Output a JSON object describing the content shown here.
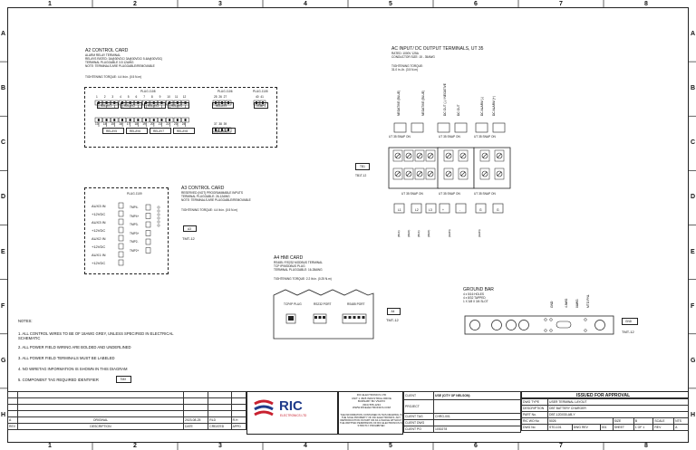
{
  "zones": {
    "cols": [
      "1",
      "2",
      "3",
      "4",
      "5",
      "6",
      "7",
      "8"
    ],
    "rows": [
      "A",
      "B",
      "C",
      "D",
      "E",
      "F",
      "G",
      "H"
    ]
  },
  "a2_card": {
    "title": "A2 CONTROL CARD",
    "line1": "ALARM RELAY TERMINAL",
    "line2": "RELAYS RATED: 3A@30VDC/ 3A@30VDC/ 5-6A@30VDC)",
    "line3": "TERMINAL PLUGGABLE 3.5 12AWG",
    "line4": "NOTE: TERMINALS ARE PLUGGABLE/REMOVABLE",
    "torque": "TIGHTENING TORQUE: 4.4 lb.in. (0.5 N.m)",
    "plug_j108": "PLUG J108",
    "plug_j106": "PLUG J106",
    "plug_j105": "PLUG J105",
    "top_numbers": [
      "1",
      "2",
      "3",
      "4",
      "5",
      "6",
      "7",
      "8",
      "9",
      "10",
      "11",
      "12"
    ],
    "mid_numbers": [
      "13",
      "14",
      "15",
      "16",
      "17",
      "18",
      "19",
      "20",
      "21",
      "22",
      "23",
      "24"
    ],
    "j106_top": [
      "25",
      "26",
      "27"
    ],
    "j106_bottom": [
      "37",
      "38",
      "39"
    ],
    "j105_top": [
      "40",
      "41"
    ],
    "relays_top": [
      "RELAY1",
      "RELAY2",
      "RELAY3",
      "RELAY4"
    ],
    "relays_bottom": [
      "RELAY5",
      "RELAY6",
      "RELAY7",
      "RELAY8"
    ],
    "relay9": "RELAY9",
    "relay10": "RELAY10",
    "temp1": "TEMP1"
  },
  "a3_card": {
    "title": "A3 CONTROL CARD",
    "line1": "RESERVED (NOT) PROGRAMMABLE INPUTS",
    "line2": "TERMINAL PLUGGABLE: 26-12AWG",
    "line3": "NOTE: TERMINALS ARE PLUGGABLE/REMOVABLE",
    "torque": "TIGHTENING TORQUE: 4.4 lb.in. (0.5 N.m)",
    "tag": "A3",
    "tag_label": "TMT-12",
    "plug": "PLUG J109",
    "left_labels": [
      "AUX3 IN",
      "+12VDC",
      "AUX3 IN",
      "+12VDC",
      "AUX2 IN",
      "+12VDC",
      "AUX1 IN",
      "+12VDC"
    ],
    "right_labels": [
      "TMP4-",
      "TMP4+",
      "TMP3-",
      "TMP3+",
      "TMP2-",
      "TMP2+"
    ]
  },
  "ac_terminals": {
    "title": "AC INPUT/ DC OUTPUT TERMINALS, UT 35",
    "line1": "RATED: 1000V 125A",
    "line2": "CONDUCTOR SIZE: 15 - 35AWG",
    "torque_label": "TIGHTENING TORQUE:",
    "torque_value": "31.0 in.-lb. (3.5 N.m)",
    "top_labels": [
      "NEGATIVE (BLUE)",
      "NEGATIVE (BLUE)",
      "DC OUT (-) / NEGATIVE",
      "DC OUT",
      "DC ALARM (-)",
      "DC ALARM (+)"
    ],
    "snap_labels": [
      "UT 35 SNAP ON",
      "UT 35 SNAP ON",
      "UT 35 SNAP ON"
    ],
    "snap_labels_bottom": [
      "UT 35 SNAP ON",
      "UT 35 SNAP ON",
      "UT 35 SNAP ON"
    ],
    "tb_tag": "TB1",
    "tb_tag_label": "TB1T-12",
    "bottom_labels": [
      "L1",
      "L2",
      "L3",
      "+",
      "-",
      "G",
      "G"
    ],
    "bottom_desc": [
      "(BLK)",
      "(RED)",
      "(BLK)",
      "(RED)",
      "(GRN)",
      "(GRN)"
    ]
  },
  "a4_hmi": {
    "title": "A4 HMI CARD",
    "line1": "RS485 / RS232 MODBUS TERMINAL",
    "line2": "TCP IP/MODBUS PLUG",
    "line3": "TERMINAL PLUGGABLE: 16-28AWG",
    "torque": "TIGHTENING TORQUE: 2.2 lb.in. (0.25 N.m)",
    "tag": "A4",
    "tag_label": "TMT-12",
    "port1": "TCP/IP PLUG",
    "port2": "RS232 PORT",
    "port3": "RS485 PORT"
  },
  "ground_bar": {
    "title": "GROUND BAR",
    "line1": "4 x 5/16 HOLES",
    "line2": "4 x 8/32 TAPPED",
    "line3": "1 X 3/8 X 3/4 SLOT",
    "labels": [
      "GND",
      "4 AWG",
      "8AWG",
      "MTG PNL"
    ],
    "tag": "GND",
    "tag_label": "TMT-12"
  },
  "notes": {
    "heading": "NOTES:",
    "items": [
      "1. ALL CONTROL WIRES TO BE OF 18AWG GREY, UNLESS SPECIFIED IN ELECTRICAL SCHEMATIC",
      "2. ALL POWER FIELD WIRING ARE BOLDED AND UNDERLINED",
      "3. ALL POWER FIELD TERMINALS MUST BE LABELED",
      "4. NO WIRETAG INFORMATION IS SHOWN IN THIS DIAGRAM",
      "5. COMPONENT TAG REQUIRED IDENTIFIER"
    ],
    "tag_example": "TMX"
  },
  "title_block": {
    "rev_row": {
      "rev": "A",
      "desc": "ORIGINAL",
      "date": "2023-08-25",
      "created": "RLD",
      "appd": "R.H"
    },
    "rev_head": {
      "rev": "REV",
      "desc": "DESCRIPTION",
      "date": "DATE",
      "created": "CREATED",
      "appd": "APPD"
    },
    "logo": "RIC",
    "logo_sub": "ELECTRONICS LTD",
    "company_lines": [
      "RIC ELECTRONICS LTD",
      "UNIT 1 4525 INDUSTRIAL DRIVE",
      "BURNABY BC V5A6T2",
      "(604) 555-1234",
      "WWW.RICELECTRONICS.COM"
    ],
    "disclaimer": "THE INFORMATION CONTAINED IN THIS DRAWING IS THE SOLE PROPERTY OF RIC ELECTRONICS. ANY REPRODUCTION IN PART OR AS A WHOLE WITHOUT THE WRITTEN PERMISSION OF RIC ELECTRONICS IS STRICTLY PROHIBITED",
    "client_label": "CLIENT",
    "client_value": "USE (CITY OF NELSON)",
    "project_label": "PROJECT",
    "client_tag_label": "CLIENT TAG",
    "client_tag_value": "CHRG-001",
    "client_dwg_label": "CLIENT DWG",
    "client_po_label": "CLIENT PO",
    "client_po_value": "1030278",
    "issued": "ISSUED FOR APPROVAL",
    "dwg_type_label": "DWG TYPE",
    "dwg_type_value": "USER TERMINAL LAYOUT",
    "desc_label": "DESCRIPTION",
    "desc_value": "DBT BATTERY CHARGER",
    "part_label": "PART No.",
    "part_value": "DBT-12D030-AB-Y",
    "ric_wo_label": "RIC WO No",
    "ric_wo_value": "5026",
    "dwg_no_label": "DWG No",
    "dwg_no_value": "STD-101",
    "dwg_rev_label": "DWG REV",
    "dwg_rev_value": "001",
    "size_label": "SIZE",
    "size_value": "B",
    "scale_label": "SCALE",
    "scale_value": "NTS",
    "sheet_label": "SHEET",
    "sheet_value": "1 OF 1",
    "rev_label": "REV",
    "rev_value": "A"
  }
}
